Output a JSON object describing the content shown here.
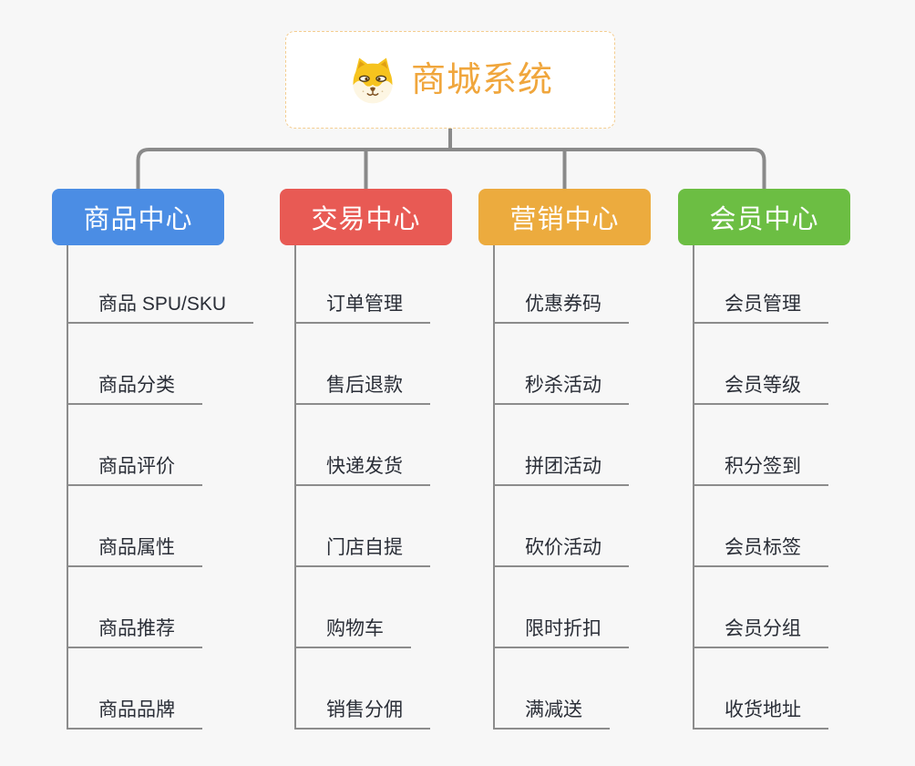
{
  "root": {
    "title": "商城系统",
    "icon": "shiba-dog-icon"
  },
  "branches": [
    {
      "label": "商品中心",
      "color": "#4b8de4",
      "items": [
        "商品 SPU/SKU",
        "商品分类",
        "商品评价",
        "商品属性",
        "商品推荐",
        "商品品牌"
      ]
    },
    {
      "label": "交易中心",
      "color": "#e85a54",
      "items": [
        "订单管理",
        "售后退款",
        "快递发货",
        "门店自提",
        "购物车",
        "销售分佣"
      ]
    },
    {
      "label": "营销中心",
      "color": "#ecab3e",
      "items": [
        "优惠券码",
        "秒杀活动",
        "拼团活动",
        "砍价活动",
        "限时折扣",
        "满减送"
      ]
    },
    {
      "label": "会员中心",
      "color": "#6cbe43",
      "items": [
        "会员管理",
        "会员等级",
        "积分签到",
        "会员标签",
        "会员分组",
        "收货地址"
      ]
    }
  ],
  "colors": {
    "background": "#f7f7f7",
    "connector": "#8a8a8a",
    "item_underline": "#8c8c8c",
    "item_text": "#2a2e37",
    "root_border_dashed": "#f4cd90",
    "root_title": "#f0a63c"
  }
}
